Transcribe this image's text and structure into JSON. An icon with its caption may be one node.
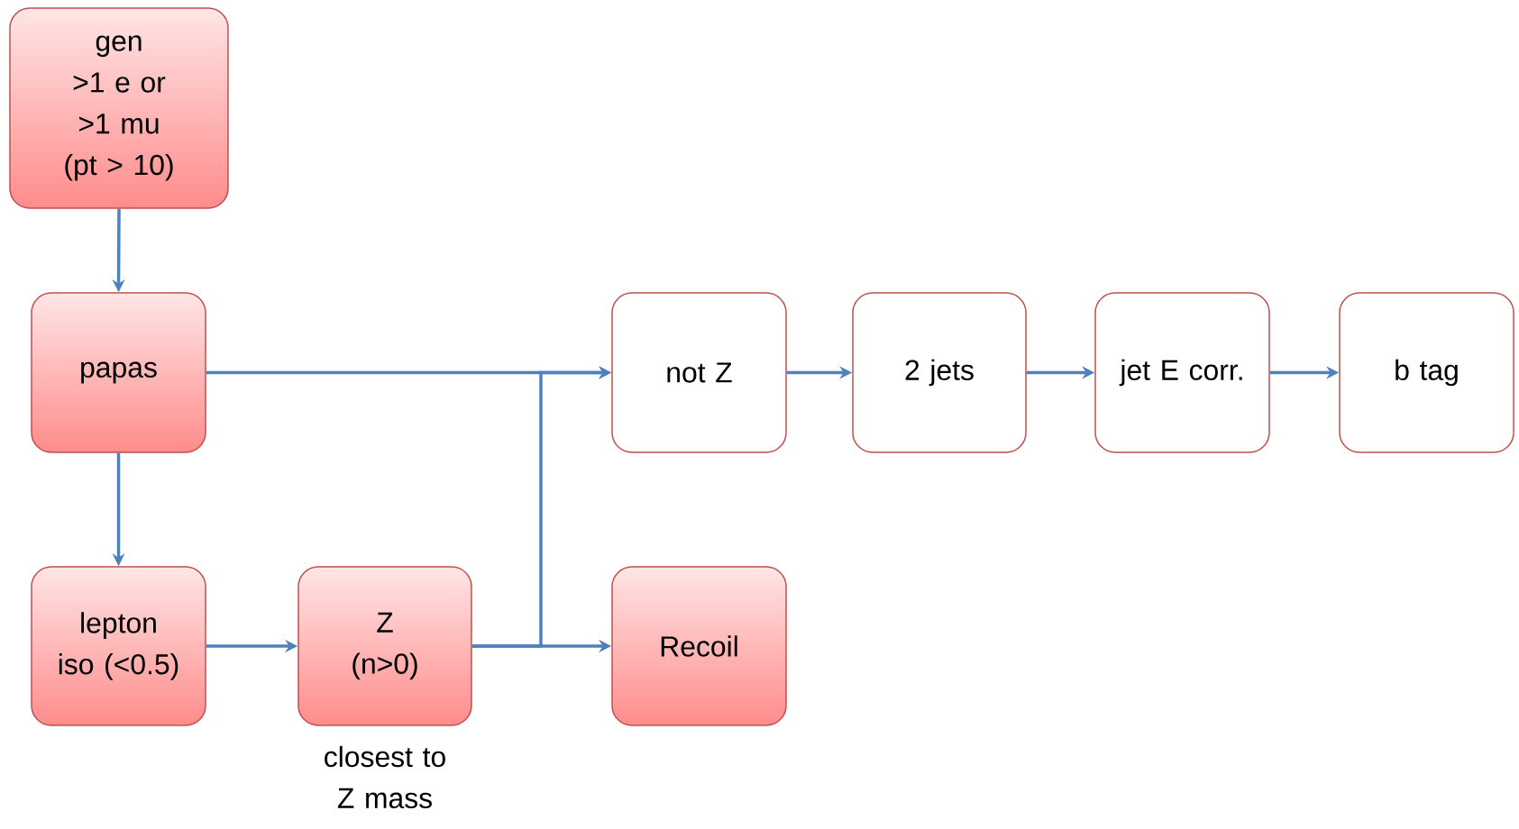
{
  "diagram": {
    "nodes": [
      {
        "text": [
          "gen",
          ">1 e or >1 mu (pt > 10)"
        ]
      },
      {
        "text": [
          "papas"
        ]
      },
      {
        "text": [
          "lepton iso (<0.5)"
        ]
      },
      {
        "text": [
          "Z (n>0)"
        ],
        "beside": [
          "closest to Z mass"
        ]
      },
      {
        "text": [
          "not Z"
        ]
      },
      {
        "text": [
          "2 jets"
        ]
      },
      {
        "text": [
          "jet E corr."
        ]
      },
      {
        "text": [
          "b tag"
        ]
      },
      {
        "text": [
          "Recoil"
        ]
      }
    ],
    "edges": [
      {
        "from": 0,
        "to": 1,
        "arrow": "to"
      },
      {
        "from": 1,
        "to": 2,
        "arrow": "to"
      },
      {
        "from": 2,
        "to": 3,
        "arrow": "to"
      },
      {
        "from": 1,
        "to": 4,
        "arrow": "to"
      },
      {
        "from": 3,
        "to": 4,
        "arrow": "to"
      },
      {
        "from": 3,
        "to": 8,
        "arrow": "to"
      },
      {
        "from": 4,
        "to": 5,
        "arrow": "to"
      },
      {
        "from": 5,
        "to": 6,
        "arrow": "to"
      },
      {
        "from": 6,
        "to": 7,
        "arrow": "to"
      }
    ]
  }
}
